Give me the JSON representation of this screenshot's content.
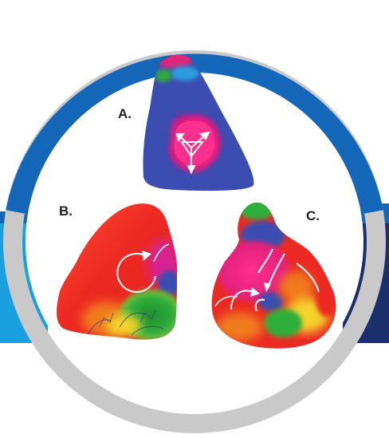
{
  "figure": {
    "panels": [
      {
        "id": "A",
        "label": "A."
      },
      {
        "id": "B",
        "label": "B."
      },
      {
        "id": "C",
        "label": "C."
      }
    ]
  },
  "colors": {
    "ring_blue": "#1467b8",
    "ring_grey": "#c9c9c9",
    "band_light_blue": "#1a9fe0",
    "band_navy": "#1b2f6b",
    "map_blue": "#3b4db0",
    "map_pink": "#f0207a",
    "map_red": "#ec2a24",
    "map_orange": "#f07a1e",
    "map_yellow": "#f5d22a",
    "map_green": "#2fae3a",
    "map_magenta": "#d8208f"
  },
  "icons": [
    "focal-activation-arrows-icon",
    "reentry-circuit-arrow-icon",
    "wavefront-arrows-icon"
  ]
}
